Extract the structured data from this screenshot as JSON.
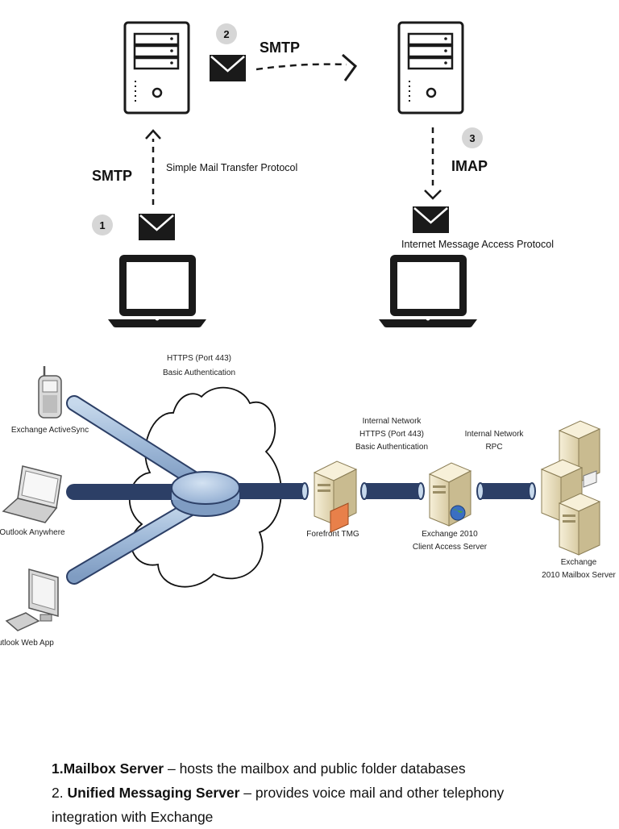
{
  "protocol_flow": {
    "step1_badge": "1",
    "step2_badge": "2",
    "step3_badge": "3",
    "smtp_upload_label": "SMTP",
    "smtp_upload_desc": "Simple Mail Transfer Protocol",
    "smtp_relay_label": "SMTP",
    "imap_label": "IMAP",
    "imap_desc": "Internet Message Access Protocol"
  },
  "exchange_topology": {
    "external_protocol": "HTTPS (Port 443)",
    "external_auth": "Basic Authentication",
    "clients": {
      "activesync": "Exchange ActiveSync",
      "outlook_anywhere": "Outlook Anywhere",
      "owa": "Outlook Web App"
    },
    "internal_link_1": {
      "line1": "Internal Network",
      "line2": "HTTPS (Port 443)",
      "line3": "Basic Authentication"
    },
    "internal_link_2": {
      "line1": "Internal Network",
      "line2": "RPC"
    },
    "tmg_label": "Forefront TMG",
    "cas_label_line1": "Exchange 2010",
    "cas_label_line2": "Client Access Server",
    "mailbox_label_line1": "Exchange",
    "mailbox_label_line2": "2010 Mailbox Server"
  },
  "notes": {
    "item1_prefix": "1.",
    "item1_bold": "Mailbox Server",
    "item1_rest": " – hosts the mailbox and public folder databases",
    "item2_prefix": "2. ",
    "item2_bold": "Unified Messaging Server",
    "item2_rest": " – provides voice mail and other telephony",
    "item2_cont": "integration with Exchange"
  },
  "colors": {
    "line_dark": "#1a1a1a",
    "badge_grey": "#d6d6d6",
    "pipe_fill": "#a9c3df",
    "pipe_stroke": "#2c3f66",
    "hub_fill": "#a9c3df",
    "server_beige": "#efe5c8",
    "firewall_orange": "#e8804a"
  }
}
